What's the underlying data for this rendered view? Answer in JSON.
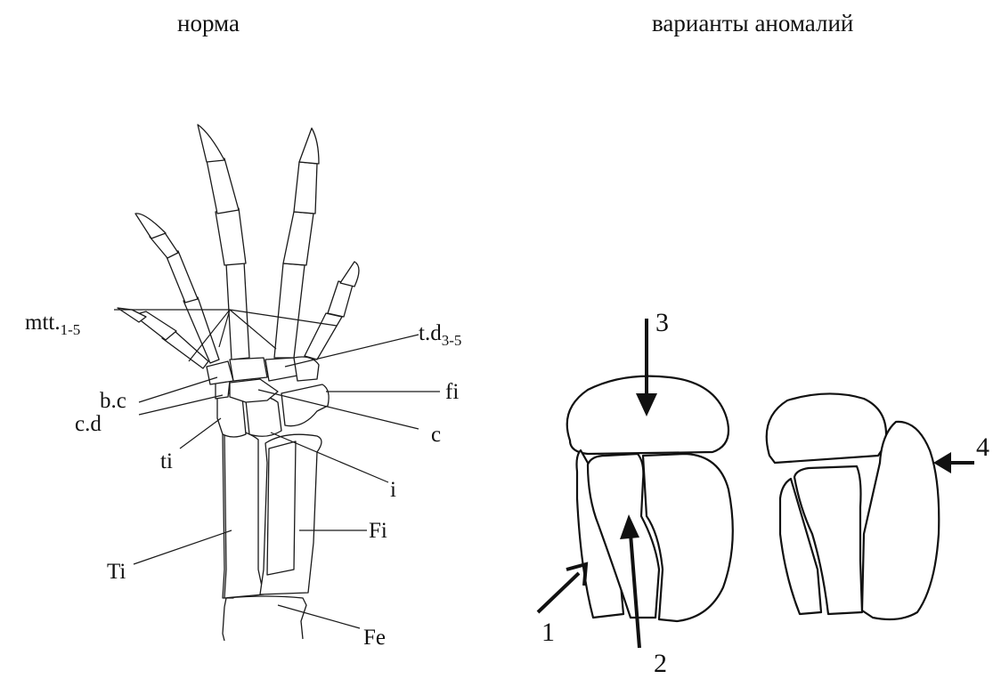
{
  "titles": {
    "left": "норма",
    "right": "варианты аномалий"
  },
  "labels": {
    "mtt": "mtt.",
    "mtt_sub": "1-5",
    "td": "t.d",
    "td_sub": "3-5",
    "bc": "b.c",
    "cd": "c.d",
    "ti_small": "ti",
    "fi_small": "fi",
    "c": "c",
    "i": "i",
    "Ti": "Ti",
    "Fi": "Fi",
    "Fe": "Fe"
  },
  "anomaly_numbers": [
    "1",
    "2",
    "3",
    "4"
  ],
  "colors": {
    "ink": "#111111",
    "background": "#ffffff"
  }
}
